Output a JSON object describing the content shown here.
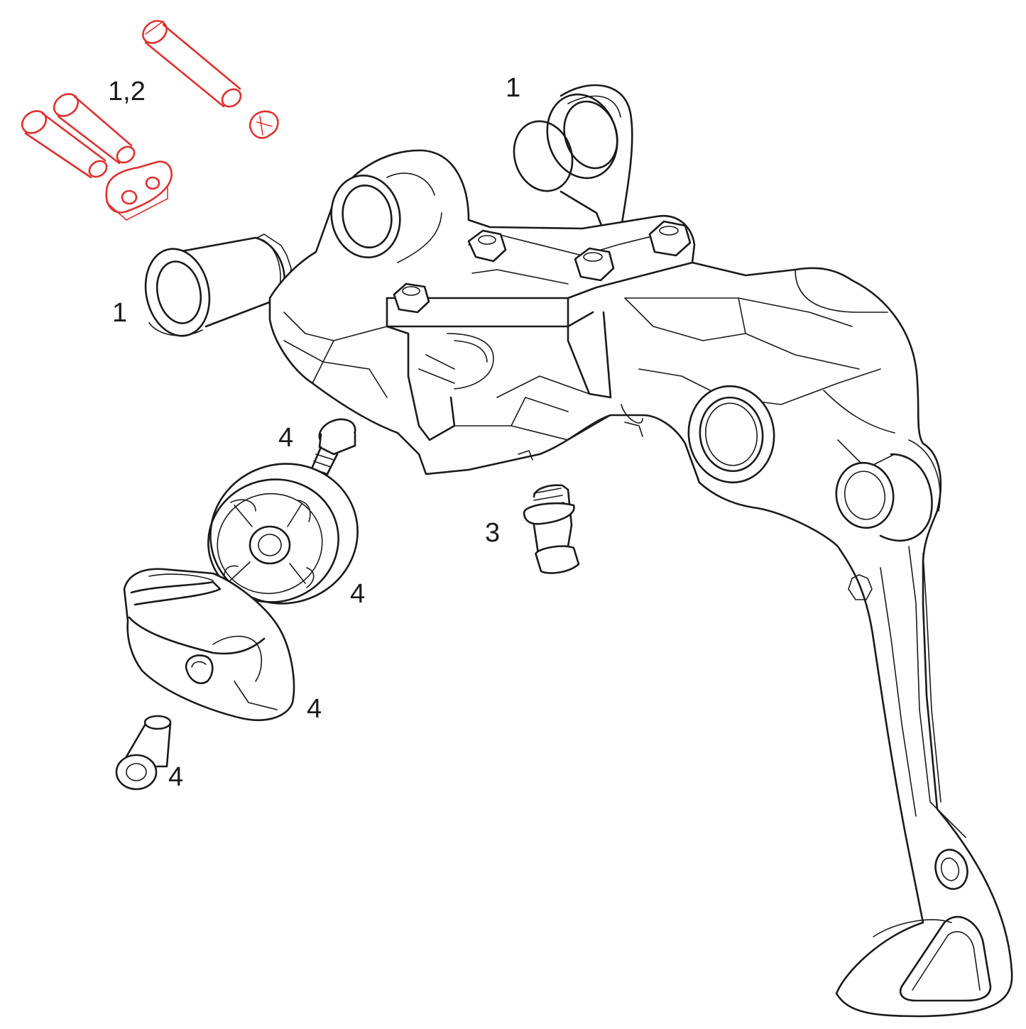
{
  "diagram": {
    "callouts": [
      {
        "id": "pins-callout",
        "text": "1,2"
      },
      {
        "id": "top-washers-callout",
        "text": "1"
      },
      {
        "id": "bushing-callout",
        "text": "1"
      },
      {
        "id": "screw-upper-callout",
        "text": "4"
      },
      {
        "id": "pulley-callout",
        "text": "4"
      },
      {
        "id": "bolt-callout",
        "text": "3"
      },
      {
        "id": "guard-callout",
        "text": "4"
      },
      {
        "id": "spacer-callout",
        "text": "4"
      }
    ],
    "colors": {
      "line": "#1a1a1a",
      "highlight": "#e03030",
      "background": "#ffffff"
    }
  }
}
